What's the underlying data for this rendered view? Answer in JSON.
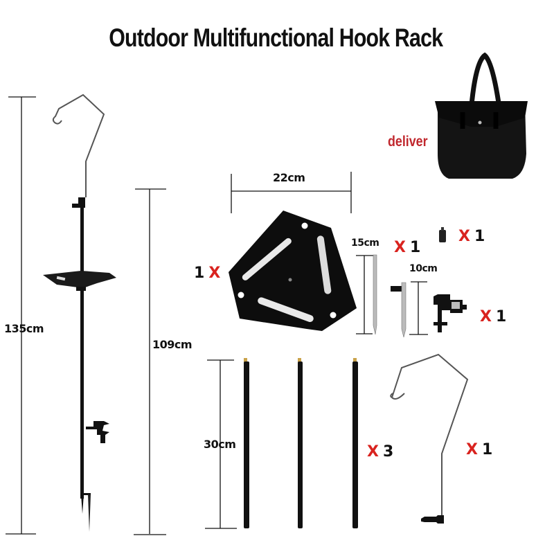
{
  "title": "Outdoor Multifunctional Hook Rack",
  "bag": {
    "label": "deliver"
  },
  "dimensions": {
    "total_height": "135cm",
    "pole_height": "109cm",
    "tray_width": "22cm",
    "long_stake": "15cm",
    "short_stake": "10cm",
    "pole_section": "30cm"
  },
  "quantities": {
    "tray": {
      "count": "1",
      "x": "X"
    },
    "stakes": {
      "x": "X",
      "count": "1"
    },
    "cap": {
      "x": "X",
      "count": "1"
    },
    "clamp": {
      "x": "X",
      "count": "1"
    },
    "poles": {
      "x": "X",
      "count": "3"
    },
    "hook": {
      "x": "X",
      "count": "1"
    }
  },
  "colors": {
    "accent_red": "#d9231f",
    "deliver_red": "#c0272d",
    "product_black": "#111111"
  }
}
